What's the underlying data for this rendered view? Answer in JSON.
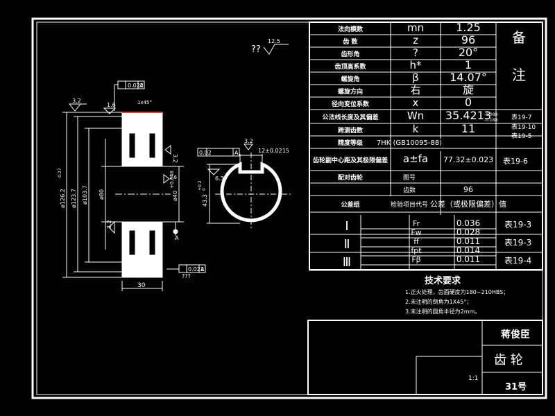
{
  "drawing": {
    "roughness_mark": "??",
    "roughness_value": "12.5",
    "dims": {
      "runout_top_tol": "0.022",
      "runout_top_datum": "A",
      "runout_bot_tol": "0.022",
      "runout_bot_datum": "A",
      "rough_left_1": "3.2",
      "rough_left_2": "1.6",
      "chamfer": "1x45°",
      "rough_side": "3.2",
      "rough_center": "3.2",
      "rough_ra_1": "1.6",
      "bore_tol": "+0.046",
      "qqq": "???",
      "d1": "ø126.2",
      "d1_tol": "-0.27",
      "d2": "ø123.7",
      "d3": "ø103.7",
      "d4": "ø80",
      "d5": "ø40",
      "width": "30",
      "datum_a": "A",
      "key_sym_tol": "0.02",
      "key_sym_datum": "A",
      "key_rough": "3.2",
      "key_width": "12±0.0215",
      "key_rough2": "6.3",
      "key_depth": "43.3",
      "key_depth_tol": "+0.2",
      "key_depth_tol2": "0"
    }
  },
  "param_table": {
    "rows": [
      {
        "name": "法向模数",
        "sym": "mn",
        "val": "1.25"
      },
      {
        "name": "齿 数",
        "sym": "z",
        "val": "96"
      },
      {
        "name": "齿形角",
        "sym": "?",
        "val": "20°"
      },
      {
        "name": "齿顶高系数",
        "sym": "h*",
        "val": "1"
      },
      {
        "name": "螺旋角",
        "sym": "β",
        "val": "14.07°"
      },
      {
        "name": "螺旋方向",
        "sym": "右",
        "val": "旋"
      },
      {
        "name": "径向变位系数",
        "sym": "x",
        "val": "0"
      },
      {
        "name": "公法线长度及其偏差",
        "sym": "Wn",
        "val": "35.4213",
        "val_tol1": "-0.088",
        "val_tol2": "-0.188"
      },
      {
        "name": "跨测齿数",
        "sym": "k",
        "val": "11"
      },
      {
        "name": "精度等级",
        "sym": "7HK (GB10095-88)",
        "val": ""
      },
      {
        "name": "齿轮副中心距及其极限偏差",
        "sym": "a±fa",
        "val": "77.32±0.023"
      },
      {
        "name": "配对齿轮",
        "sym": "图号",
        "val": ""
      },
      {
        "name": "",
        "sym": "齿数",
        "val": "96"
      },
      {
        "name": "公差组",
        "sym": "检验项目代号",
        "val": "公差（或极限偏差）值"
      }
    ],
    "remarks_title_1": "备",
    "remarks_title_2": "注",
    "remarks": [
      "表19-7",
      "表19-10",
      "表19-5",
      "表19-6"
    ],
    "groups": [
      {
        "label": "Ⅰ",
        "items": [
          {
            "sym": "Fr",
            "val": "0.036"
          },
          {
            "sym": "Fw",
            "val": "0.028"
          }
        ],
        "ref": "表19-3"
      },
      {
        "label": "Ⅱ",
        "items": [
          {
            "sym": "ff",
            "val": "0.011"
          },
          {
            "sym": "fpt",
            "val": "0.014"
          }
        ],
        "ref": "表19-3"
      },
      {
        "label": "Ⅲ",
        "items": [
          {
            "sym": "Fβ",
            "val": "0.011"
          }
        ],
        "ref": "表19-4"
      }
    ]
  },
  "tech_req": {
    "title": "技术要求",
    "items": [
      "1.正火处理，齿面硬度为180~210HBS；",
      "2.未注明的倒角为1X45°；",
      "3.未注明的圆角半径为2mm。"
    ]
  },
  "title_block": {
    "author": "蒋俊臣",
    "part_name": "齿 轮",
    "drawing_no": "31号",
    "scale_label": "1:1"
  }
}
